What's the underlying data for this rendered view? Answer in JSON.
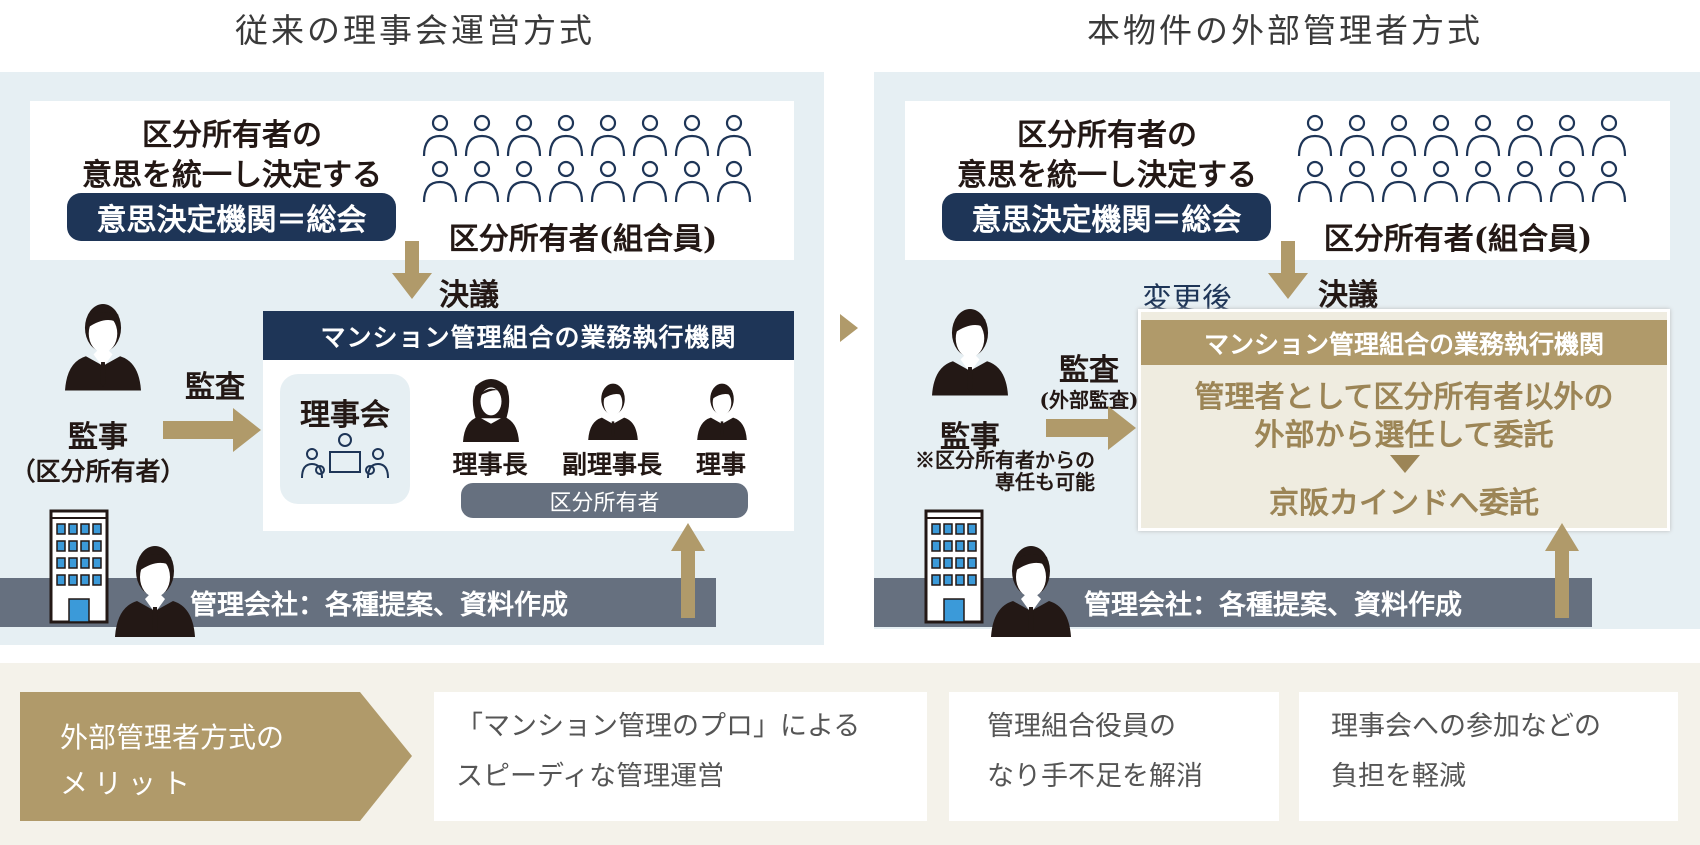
{
  "left": {
    "title": "従来の理事会運営方式",
    "owners_line1": "区分所有者の",
    "owners_line2": "意思を統一し決定する",
    "decision_body": "意思決定機関＝総会",
    "members_label": "区分所有者(組合員)",
    "resolution": "決議",
    "exec_header": "マンション管理組合の業務執行機関",
    "board": "理事会",
    "roles": [
      "理事長",
      "副理事長",
      "理事"
    ],
    "roles_group": "区分所有者",
    "audit": "監査",
    "auditor": "監事",
    "auditor_note": "（区分所有者）",
    "mgmt_company": "管理会社：各種提案、資料作成"
  },
  "right": {
    "title": "本物件の外部管理者方式",
    "owners_line1": "区分所有者の",
    "owners_line2": "意思を統一し決定する",
    "decision_body": "意思決定機関＝総会",
    "members_label": "区分所有者(組合員)",
    "resolution": "決議",
    "changed": "変更後",
    "exec_header": "マンション管理組合の業務執行機関",
    "body_line1": "管理者として区分所有者以外の",
    "body_line2": "外部から選任して委託",
    "delegate": "京阪カインドへ委託",
    "audit": "監査",
    "audit_sub": "(外部監査)",
    "auditor": "監事",
    "auditor_note1": "※区分所有者からの",
    "auditor_note2": "専任も可能",
    "mgmt_company": "管理会社：各種提案、資料作成"
  },
  "merits": {
    "title_line1": "外部管理者方式の",
    "title_line2": "メリット",
    "items": [
      {
        "line1": "「マンション管理のプロ」による",
        "line2": "スピーディな管理運営"
      },
      {
        "line1": "管理組合役員の",
        "line2": "なり手不足を解消"
      },
      {
        "line1": "理事会への参加などの",
        "line2": "負担を軽減"
      }
    ]
  },
  "colors": {
    "navy": "#1e3557",
    "gold": "#b09a6a",
    "panel": "#e6eff3",
    "bar": "#66707f"
  }
}
